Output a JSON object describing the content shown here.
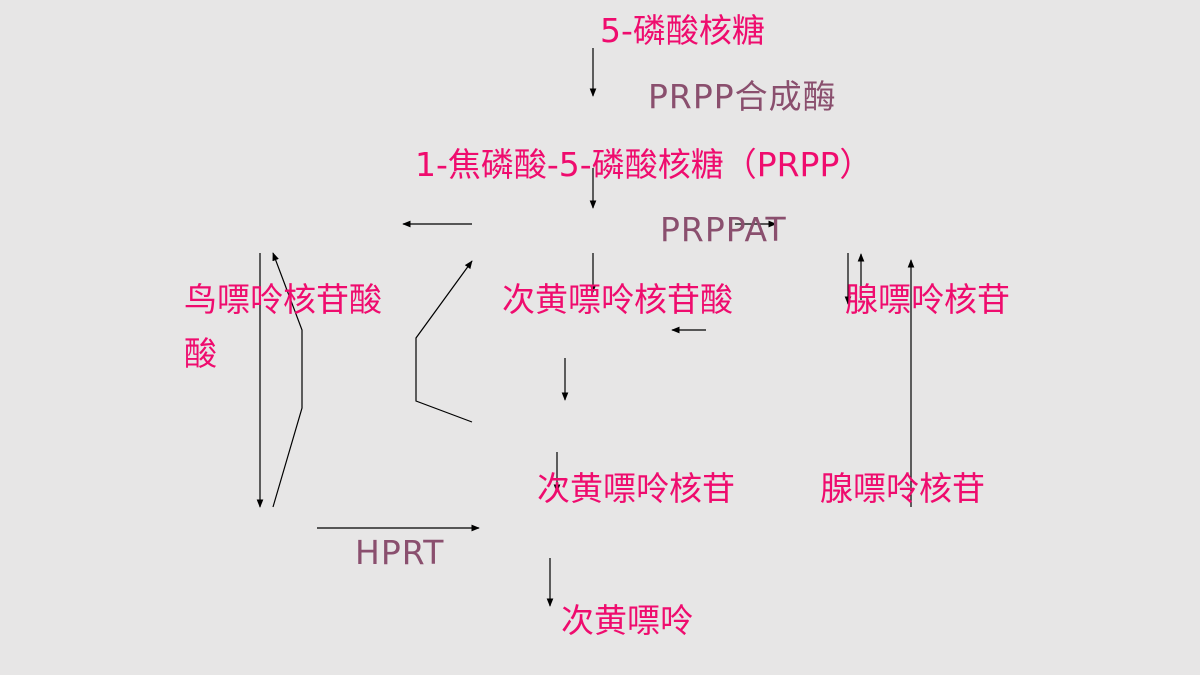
{
  "compounds": {
    "ribose5p": "5-磷酸核糖",
    "prpp": "1-焦磷酸-5-磷酸核糖（PRPP）",
    "gmp_line1": "鸟嘌呤核苷酸",
    "gmp_line2": "酸",
    "imp": "次黄嘌呤核苷酸",
    "adenosine_top": "腺嘌呤核苷",
    "inosine": "次黄嘌呤核苷",
    "adenosine_bottom": "腺嘌呤核苷",
    "hypoxanthine": "次黄嘌呤"
  },
  "enzymes": {
    "prpp_synthase": "PRPP合成酶",
    "prppat": "PRPPAT",
    "hprt": "HPRT"
  },
  "colors": {
    "background": "#e7e6e6",
    "compound_text": "#ef0c6e",
    "enzyme_text": "#8a4f6e",
    "arrow": "#000000"
  }
}
